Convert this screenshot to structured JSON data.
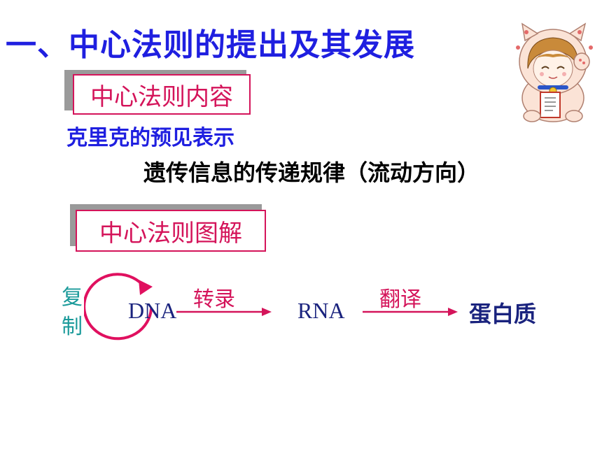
{
  "title": "一、中心法则的提出及其发展",
  "section_content": {
    "label": "中心法则内容"
  },
  "crick_line": "克里克的预见表示",
  "flow_line": "遗传信息的传递规律（流动方向）",
  "section_diagram": {
    "label": "中心法则图解"
  },
  "diagram": {
    "replication_char1": "复",
    "replication_char2": "制",
    "dna": "DNA",
    "transcription": "转录",
    "rna": "RNA",
    "translation": "翻译",
    "protein": "蛋白质"
  },
  "colors": {
    "title": "#1f1fe0",
    "accent": "#d4145a",
    "replication": "#1a9a9a",
    "molecule": "#1a237e"
  },
  "mascot": {
    "icon": "cat-girl-mascot-icon"
  }
}
